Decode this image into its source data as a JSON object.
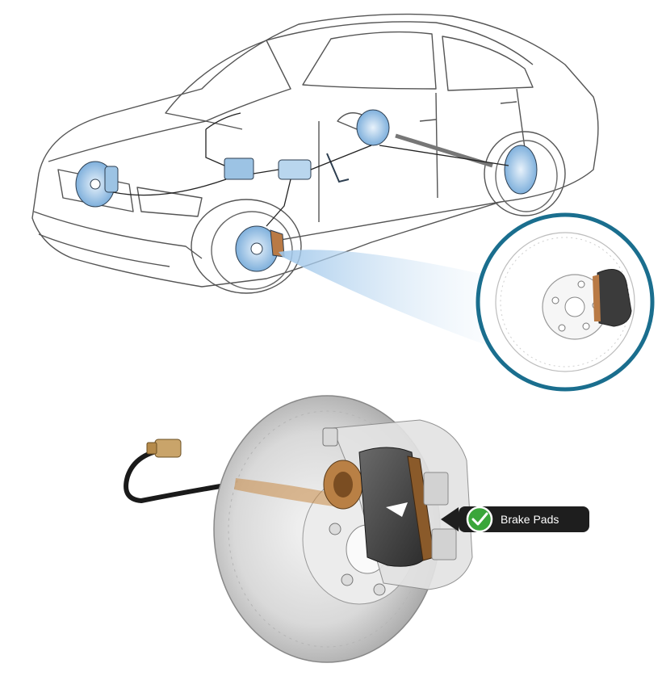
{
  "callout": {
    "label": "Brake Pads",
    "check_icon": "check-circle-icon",
    "colors": {
      "label_bg": "#1e1e1e",
      "check_green": "#3aa63a",
      "inset_ring": "#1a6e8e",
      "highlight_blue": "#6aa6d6",
      "pad_brown": "#8a5a2a"
    }
  },
  "illustration": {
    "subject": "car-brake-system",
    "parts": [
      "front-disc-brake",
      "rear-drum-brake",
      "master-cylinder",
      "brake-booster",
      "brake-lines",
      "brake-pads",
      "brake-rotor",
      "brake-hose"
    ]
  }
}
